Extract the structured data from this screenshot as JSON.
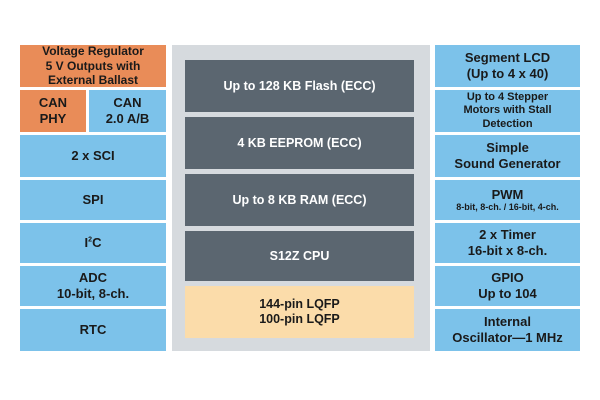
{
  "left": {
    "voltage_regulator": [
      "Voltage Regulator",
      "5 V Outputs with",
      "External Ballast"
    ],
    "can_phy": [
      "CAN",
      "PHY"
    ],
    "can_20": [
      "CAN",
      "2.0 A/B"
    ],
    "sci": "2 x SCI",
    "spi": "SPI",
    "i2c_base": "I",
    "i2c_sup": "2",
    "i2c_end": "C",
    "adc": [
      "ADC",
      "10-bit, 8-ch."
    ],
    "rtc": "RTC"
  },
  "center": {
    "flash": "Up to 128 KB Flash (ECC)",
    "eeprom": "4 KB EEPROM (ECC)",
    "ram": "Up to 8 KB RAM (ECC)",
    "cpu": "S12Z CPU",
    "package": [
      "144-pin LQFP",
      "100-pin LQFP"
    ]
  },
  "right": {
    "segment_lcd": [
      "Segment LCD",
      "(Up to 4 x 40)"
    ],
    "stepper": [
      "Up to 4 Stepper",
      "Motors with Stall",
      "Detection"
    ],
    "sound": [
      "Simple",
      "Sound Generator"
    ],
    "pwm": [
      "PWM",
      "8-bit, 8-ch. / 16-bit, 4-ch."
    ],
    "timer": [
      "2 x Timer",
      "16-bit x 8-ch."
    ],
    "gpio": [
      "GPIO",
      "Up to 104"
    ],
    "oscillator": [
      "Internal",
      "Oscillator—1 MHz"
    ]
  },
  "colors": {
    "blue": "#7cc2ea",
    "orange": "#e98c58",
    "dark": "#5b6670",
    "package": "#fbdcaa",
    "panel": "#d6dade"
  }
}
